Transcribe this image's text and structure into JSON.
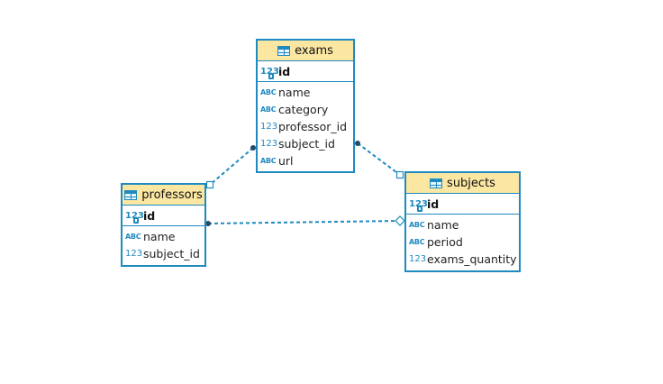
{
  "entities": {
    "exams": {
      "title": "exams",
      "pk": {
        "type": "123",
        "name": "id"
      },
      "columns": [
        {
          "type": "ABC",
          "name": "name"
        },
        {
          "type": "ABC",
          "name": "category"
        },
        {
          "type": "123",
          "name": "professor_id"
        },
        {
          "type": "123",
          "name": "subject_id"
        },
        {
          "type": "ABC",
          "name": "url"
        }
      ]
    },
    "professors": {
      "title": "professors",
      "pk": {
        "type": "123",
        "name": "id"
      },
      "columns": [
        {
          "type": "ABC",
          "name": "name"
        },
        {
          "type": "123",
          "name": "subject_id"
        }
      ]
    },
    "subjects": {
      "title": "subjects",
      "pk": {
        "type": "123",
        "name": "id"
      },
      "columns": [
        {
          "type": "ABC",
          "name": "name"
        },
        {
          "type": "ABC",
          "name": "period"
        },
        {
          "type": "123",
          "name": "exams_quantity"
        }
      ]
    }
  },
  "relations": [
    {
      "from": "exams",
      "to": "professors",
      "from_end": "dot",
      "to_end": "square"
    },
    {
      "from": "exams",
      "to": "subjects",
      "from_end": "dot",
      "to_end": "square"
    },
    {
      "from": "professors",
      "to": "subjects",
      "from_end": "dot",
      "to_end": "diamond"
    }
  ],
  "colors": {
    "accent": "#1f8ac0",
    "header": "#fbe6a2",
    "connector": "#1f8ac0",
    "endpoint": "#234a66"
  }
}
